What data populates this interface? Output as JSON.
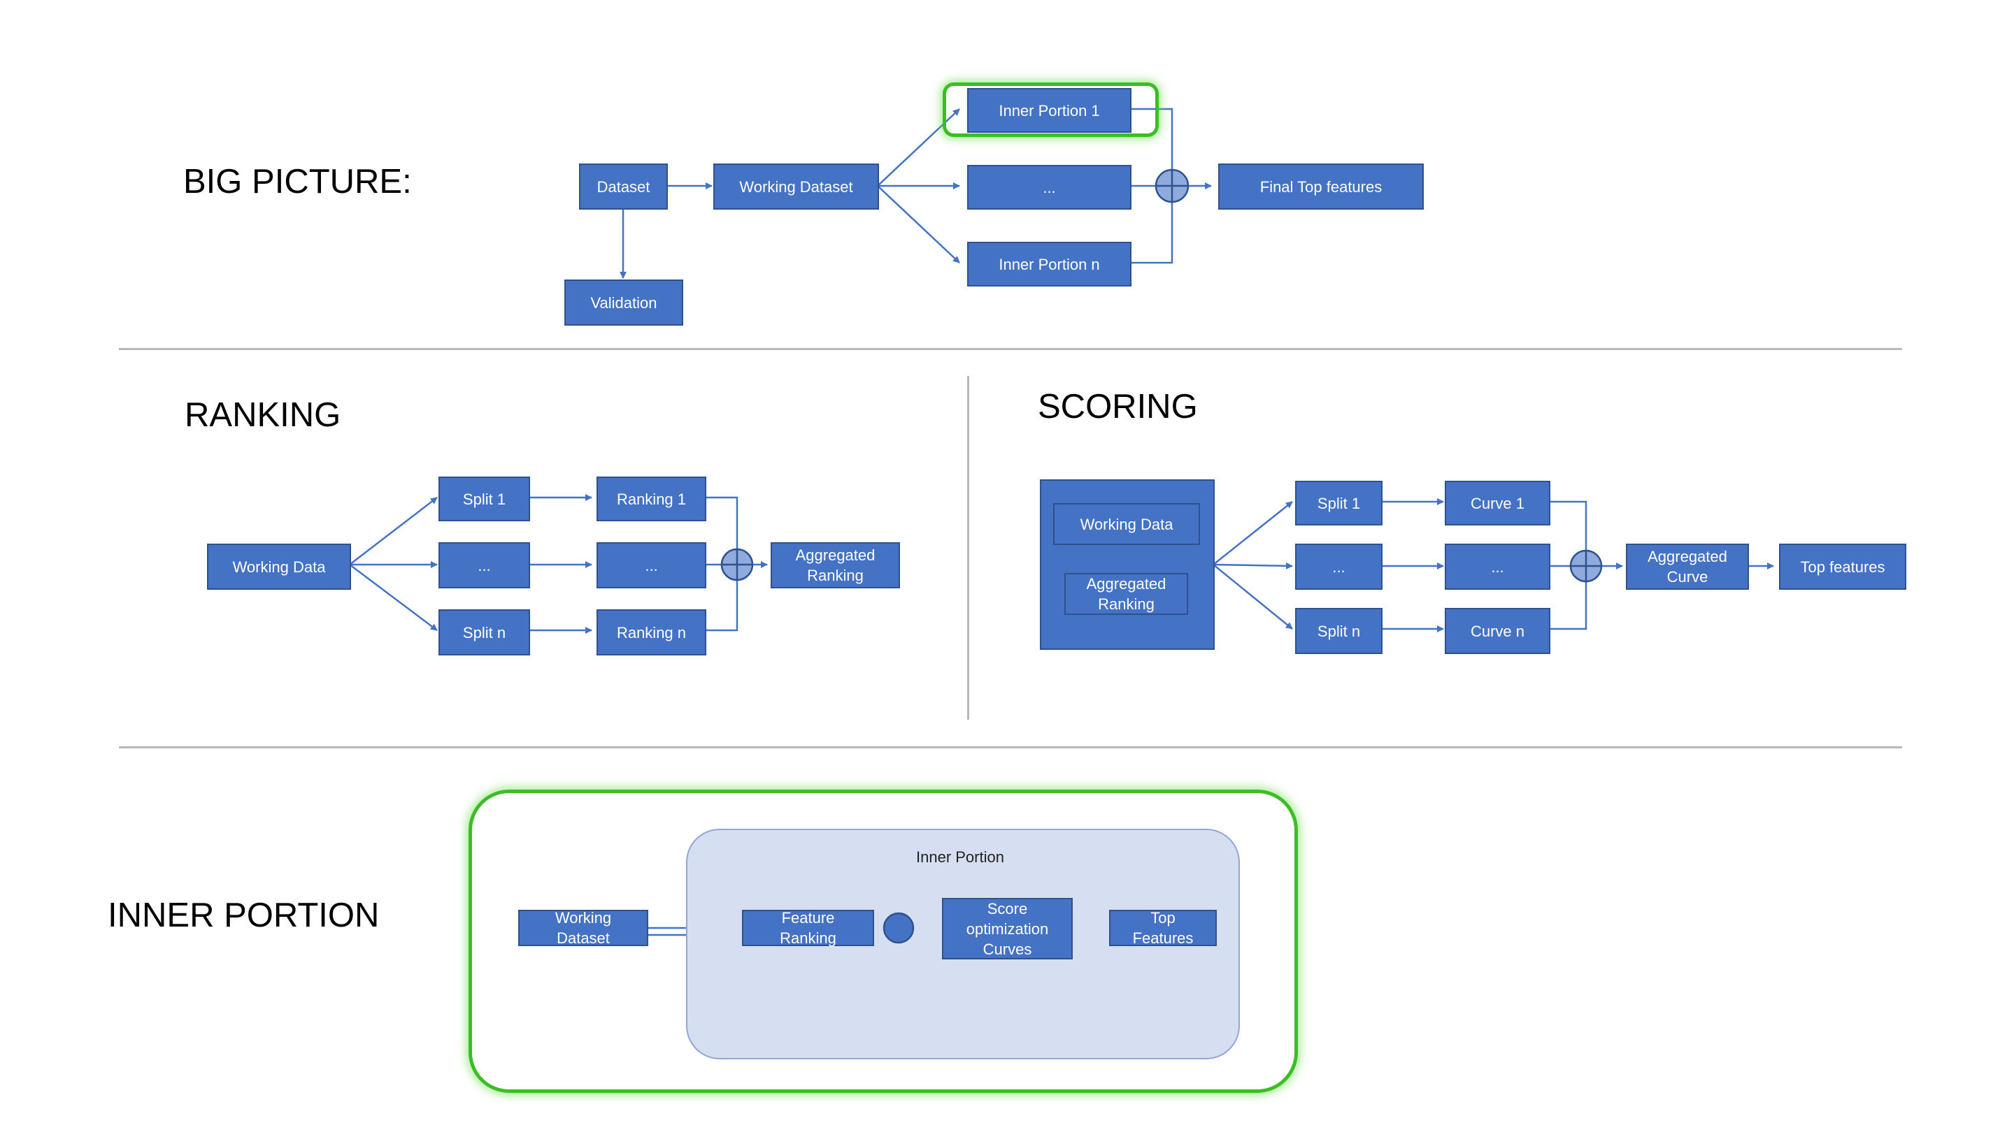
{
  "titles": {
    "big_picture": "BIG PICTURE:",
    "ranking": "RANKING",
    "scoring": "SCORING",
    "inner_portion": "INNER PORTION"
  },
  "big_picture": {
    "dataset": "Dataset",
    "validation": "Validation",
    "working_dataset": "Working Dataset",
    "inner_portion_1": "Inner Portion 1",
    "ellipsis": "...",
    "inner_portion_n": "Inner Portion n",
    "final_top_features": "Final Top features"
  },
  "ranking": {
    "working_data": "Working Data",
    "split_1": "Split 1",
    "split_mid": "...",
    "split_n": "Split n",
    "ranking_1": "Ranking 1",
    "ranking_mid": "...",
    "ranking_n": "Ranking n",
    "aggregated_ranking": "Aggregated\nRanking"
  },
  "scoring": {
    "working_data": "Working Data",
    "aggregated_ranking": "Aggregated\nRanking",
    "split_1": "Split 1",
    "split_mid": "...",
    "split_n": "Split n",
    "curve_1": "Curve 1",
    "curve_mid": "...",
    "curve_n": "Curve n",
    "aggregated_curve": "Aggregated\nCurve",
    "top_features": "Top features"
  },
  "inner_portion": {
    "group_label": "Inner Portion",
    "working_dataset": "Working\nDataset",
    "feature_ranking": "Feature\nRanking",
    "score_optimization": "Score\noptimization\nCurves",
    "top_features": "Top\nFeatures"
  },
  "colors": {
    "box_fill": "#4472c4",
    "box_border": "#2f528f",
    "highlight": "#3dbd25",
    "group_fill": "#d6dff1",
    "divider": "#b8b8b8"
  }
}
